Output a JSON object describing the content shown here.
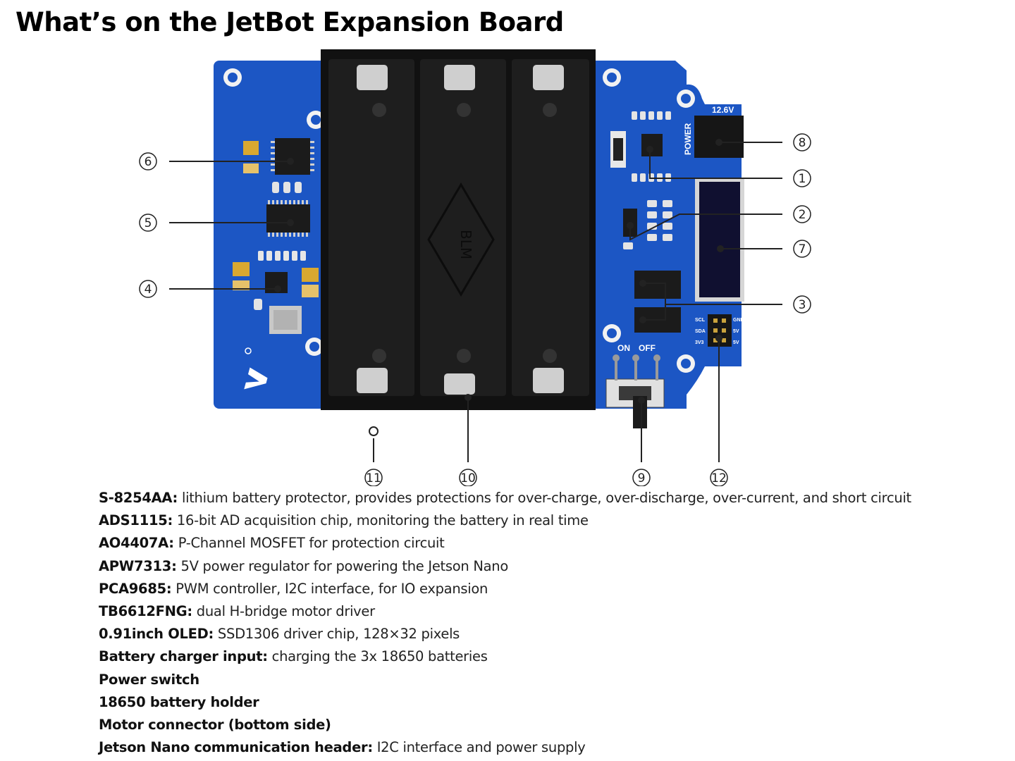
{
  "title": "What’s on the JetBot Expansion Board",
  "board": {
    "power_label": "POWER",
    "voltage_label": "12.6V",
    "switch_on": "ON",
    "switch_off": "OFF",
    "holder_marking": "BLM",
    "header_labels_left": [
      "SCL",
      "SDA",
      "3V3"
    ],
    "header_labels_right": [
      "GND",
      "5V",
      "5V"
    ]
  },
  "callouts": [
    {
      "id": "1",
      "symbol": "①"
    },
    {
      "id": "2",
      "symbol": "②"
    },
    {
      "id": "3",
      "symbol": "③"
    },
    {
      "id": "4",
      "symbol": "④"
    },
    {
      "id": "5",
      "symbol": "⑤"
    },
    {
      "id": "6",
      "symbol": "⑥"
    },
    {
      "id": "7",
      "symbol": "⑦"
    },
    {
      "id": "8",
      "symbol": "⑧"
    },
    {
      "id": "9",
      "symbol": "⑨"
    },
    {
      "id": "10",
      "symbol": "⑩"
    },
    {
      "id": "11",
      "symbol": "⑪"
    },
    {
      "id": "12",
      "symbol": "⑫"
    }
  ],
  "descriptions": [
    {
      "term": "S-8254AA:",
      "text": " lithium battery protector, provides protections for over-charge, over-discharge, over-current, and short circuit"
    },
    {
      "term": "ADS1115:",
      "text": " 16-bit AD acquisition chip, monitoring the battery in real time"
    },
    {
      "term": "AO4407A:",
      "text": " P-Channel MOSFET for protection circuit"
    },
    {
      "term": "APW7313:",
      "text": " 5V power regulator for powering the Jetson Nano"
    },
    {
      "term": "PCA9685:",
      "text": " PWM controller, I2C interface, for IO expansion"
    },
    {
      "term": "TB6612FNG:",
      "text": " dual H-bridge motor driver"
    },
    {
      "term": "0.91inch OLED:",
      "text": " SSD1306 driver chip, 128×32 pixels"
    },
    {
      "term": "Battery charger input:",
      "text": " charging the 3x 18650 batteries"
    },
    {
      "term": "Power switch",
      "text": ""
    },
    {
      "term": "18650 battery holder",
      "text": ""
    },
    {
      "term": "Motor connector (bottom side)",
      "text": ""
    },
    {
      "term": "Jetson Nano communication header:",
      "text": " I2C interface and power supply"
    }
  ],
  "colors": {
    "pcb_blue": "#1c56c4",
    "holder_black": "#141414",
    "ic_black": "#1b1b1b"
  }
}
